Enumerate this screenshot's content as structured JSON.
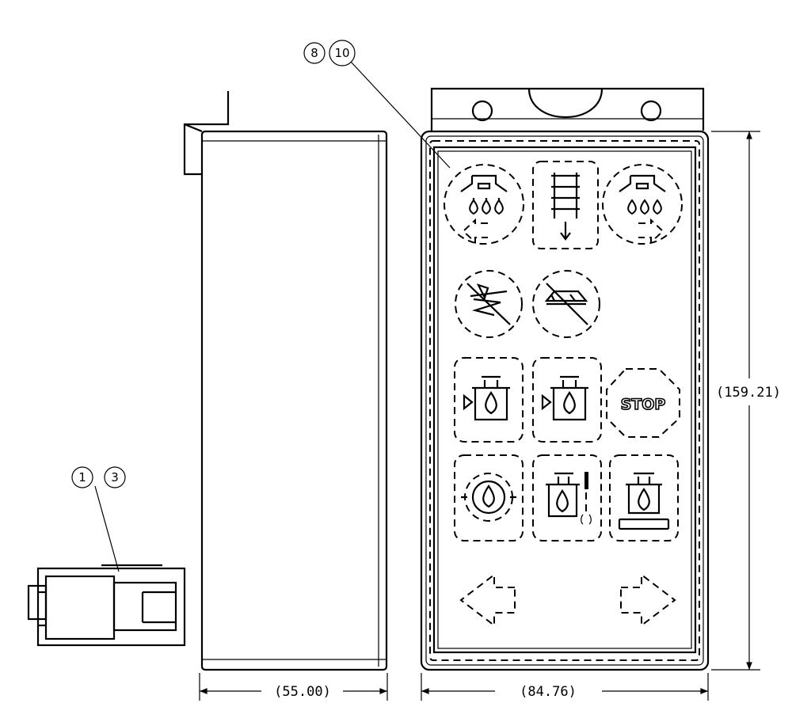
{
  "callouts": {
    "panel_item_a": "8",
    "panel_item_b": "10",
    "connector_item_a": "1",
    "connector_item_b": "3"
  },
  "dimensions": {
    "side_width": "(55.00)",
    "front_width": "(84.76)",
    "height": "(159.21)"
  },
  "stop_label": "STOP",
  "icons": [
    "spray-left-icon",
    "ladder-down-icon",
    "spray-right-icon",
    "no-cutter-icon",
    "no-pad-icon",
    "burn-left-icon",
    "burn-right-icon",
    "stop-icon",
    "gear-flame-icon",
    "flame-temperature-icon",
    "flame-tray-icon",
    "arrow-left-icon",
    "arrow-right-icon"
  ]
}
